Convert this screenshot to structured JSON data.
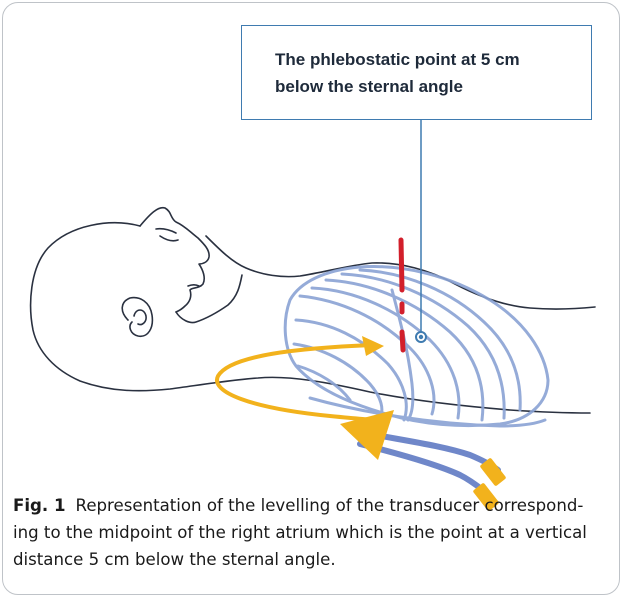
{
  "callout": {
    "line1": "The phlebostatic point at 5 cm",
    "line2": "below the sternal angle"
  },
  "caption": {
    "label": "Fig. 1",
    "text": "Representation of the levelling of the transducer correspond-ing to the midpoint of the right atrium which is the point at a vertical distance 5 cm below the sternal angle."
  },
  "colors": {
    "outline": "#2a3140",
    "ribcage": "#8aa3d4",
    "sternal_marker": "#d21f2b",
    "leader_line": "#3f7bb0",
    "arrow": "#f2b21c",
    "transducer_tube": "#6f87c9",
    "transducer_tip": "#f2b21c"
  }
}
